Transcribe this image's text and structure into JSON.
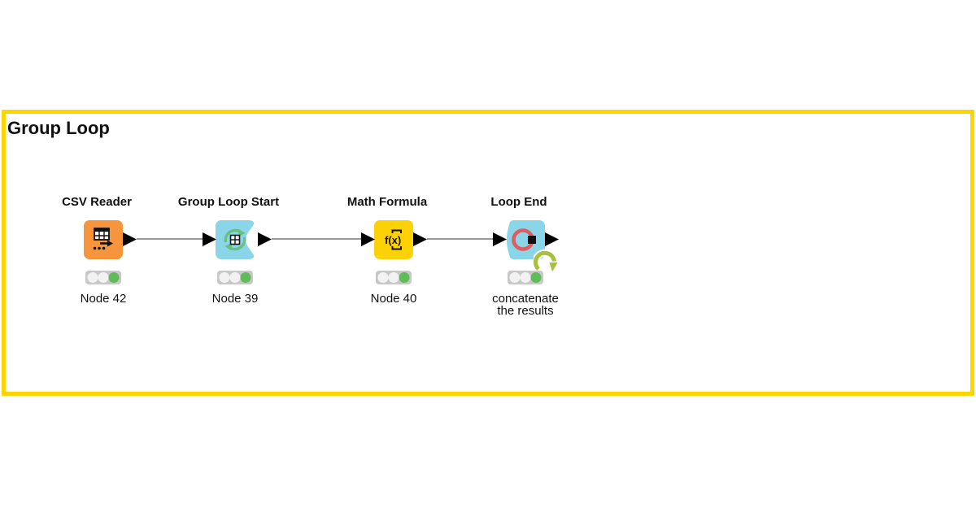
{
  "annotation": {
    "title": "Group Loop",
    "border_color": "#FFD500"
  },
  "colors": {
    "port": "#000000",
    "connection": "#999999",
    "traffic_bg": "#C8C8C8",
    "light_off": "#F2F2F2",
    "light_on": "#5FBC58",
    "icon_ink": "#111111",
    "loop_start_icon": "#68C17E",
    "loop_end_ring": "#E25C5E",
    "loop_decorator": "#A6C13B"
  },
  "nodes": [
    {
      "label": "CSV Reader",
      "comment": "Node 42",
      "category": "reader",
      "color": "#F6953B",
      "status": "executed"
    },
    {
      "label": "Group Loop Start",
      "comment": "Node 39",
      "category": "loop-start",
      "color": "#8AD5E8",
      "status": "executed"
    },
    {
      "label": "Math Formula",
      "comment": "Node 40",
      "category": "manipulator",
      "color": "#FCD105",
      "status": "executed"
    },
    {
      "label": "Loop End",
      "comment": "concatenate\nthe results",
      "category": "loop-end",
      "color": "#8AD5E8",
      "status": "executed"
    }
  ]
}
